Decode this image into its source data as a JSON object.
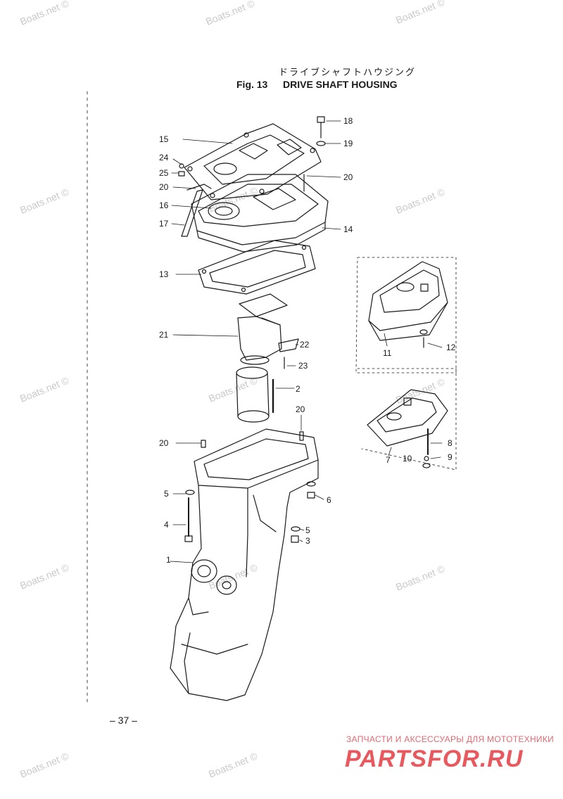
{
  "figure": {
    "title_jp": "ドライブシャフトハウジング",
    "fig_label": "Fig. 13",
    "title_en": "DRIVE SHAFT HOUSING"
  },
  "callouts": [
    "1",
    "2",
    "3",
    "4",
    "5",
    "5",
    "6",
    "7",
    "8",
    "9",
    "10",
    "11",
    "12",
    "13",
    "14",
    "15",
    "16",
    "17",
    "18",
    "19",
    "20",
    "20",
    "20",
    "20",
    "21",
    "22",
    "23",
    "24",
    "25"
  ],
  "watermark_text": "Boats.net ©",
  "page_number": "– 37 –",
  "footer": {
    "tagline": "ЗАПЧАСТИ И АКСЕССУАРЫ ДЛЯ МОТОТЕХНИКИ",
    "logo_text": "PARTSFOR.RU"
  },
  "colors": {
    "line": "#1a1a1a",
    "watermark": "#c9c9c9",
    "logo_red": "#e8595f"
  }
}
